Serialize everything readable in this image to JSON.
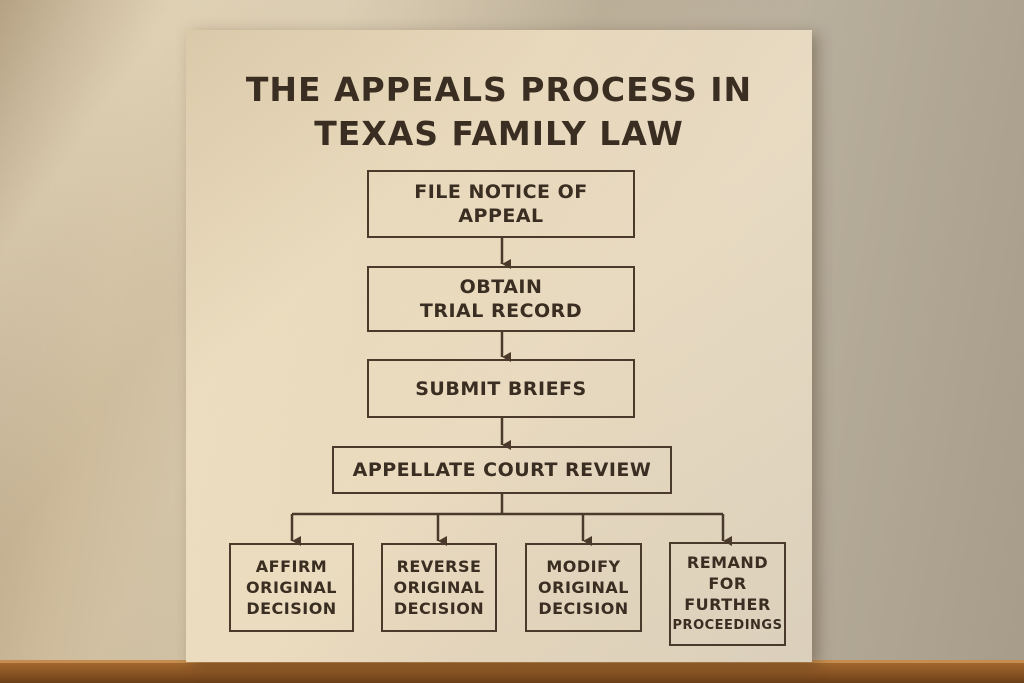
{
  "poster": {
    "title_lines": [
      "THE APPEALS PROCESS IN",
      "TEXAS FAMILY LAW"
    ],
    "steps": [
      {
        "lines": [
          "FILE NOTICE OF",
          "APPEAL"
        ]
      },
      {
        "lines": [
          "OBTAIN",
          "TRIAL RECORD"
        ]
      },
      {
        "lines": [
          "SUBMIT BRIEFS"
        ]
      },
      {
        "lines": [
          "APPELLATE COURT REVIEW"
        ]
      }
    ],
    "outcomes": [
      {
        "lines": [
          "AFFIRM",
          "ORIGINAL",
          "DECISION"
        ]
      },
      {
        "lines": [
          "REVERSE",
          "ORIGINAL",
          "DECISION"
        ]
      },
      {
        "lines": [
          "MODIFY",
          "ORIGINAL",
          "DECISION"
        ]
      },
      {
        "lines": [
          "REMAND",
          "FOR",
          "FURTHER",
          "PROCEEDINGS"
        ]
      }
    ]
  }
}
